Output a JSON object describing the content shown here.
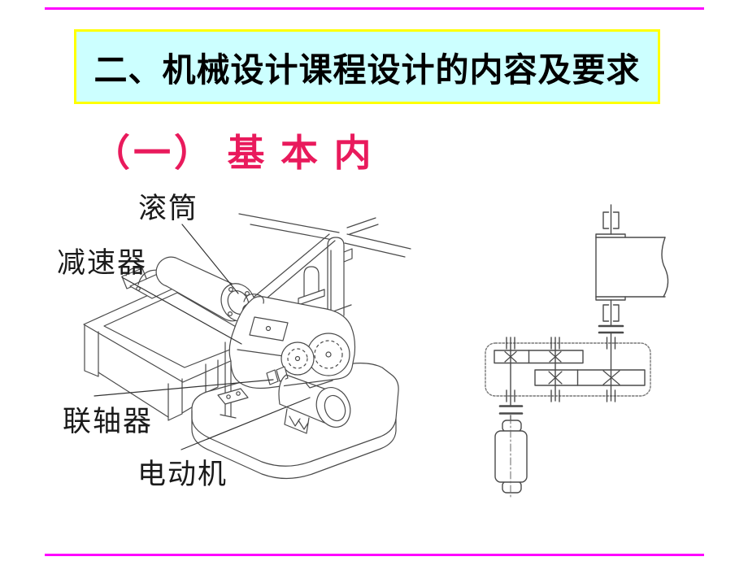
{
  "slide": {
    "title": "二、机械设计课程设计的内容及要求",
    "section_heading": "（一） 基 本 内",
    "colors": {
      "title_background": "#CCFFFF",
      "title_border": "#FFFF00",
      "heading_text": "#E91A5C",
      "divider_rule": "#FF00FF",
      "line_art": "#4a4a4a"
    }
  },
  "machine_diagram": {
    "labels": [
      {
        "text": "滚筒"
      },
      {
        "text": "减速器"
      },
      {
        "text": "联轴器"
      },
      {
        "text": "电动机"
      }
    ]
  }
}
